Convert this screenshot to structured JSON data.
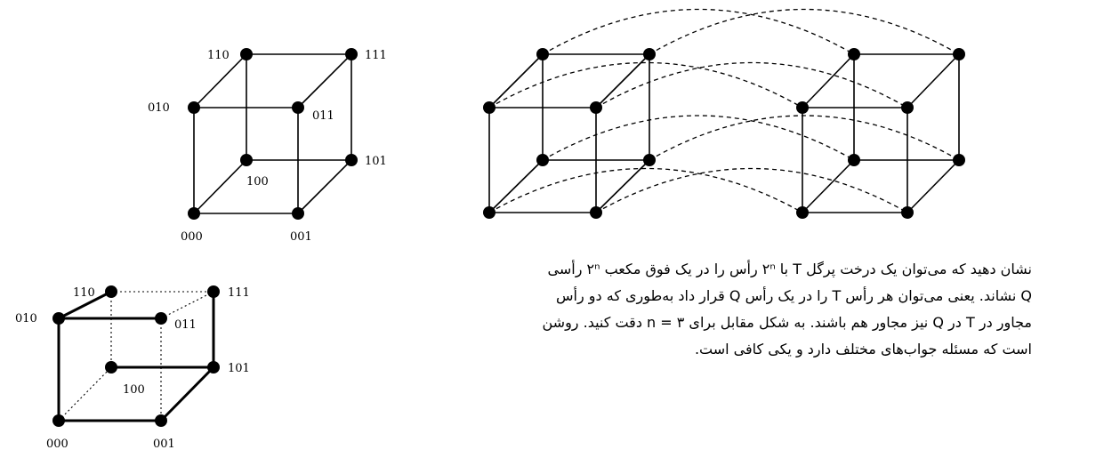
{
  "cube1": {
    "labels": {
      "v000": "000",
      "v001": "001",
      "v010": "010",
      "v011": "011",
      "v100": "100",
      "v101": "101",
      "v110": "110",
      "v111": "111"
    }
  },
  "cube3": {
    "labels": {
      "v000": "000",
      "v001": "001",
      "v010": "010",
      "v011": "011",
      "v100": "100",
      "v101": "101",
      "v110": "110",
      "v111": "111"
    }
  },
  "text": {
    "line1": "نشان دهید که می‌توان یک درخت پرگل T با ۲ⁿ رأس را در یک فوق مکعب ۲ⁿ رأسی",
    "line2": "Q نشاند. یعنی می‌توان هر رأس T را در یک رأس Q قرار داد به‌طوری که دو رأس",
    "line3": "مجاور در T در Q نیز مجاور هم باشند. به شکل مقابل برای n = ۳ دقت کنید. روشن",
    "line4": "است که مسئله جواب‌های مختلف دارد و یکی کافی است."
  }
}
